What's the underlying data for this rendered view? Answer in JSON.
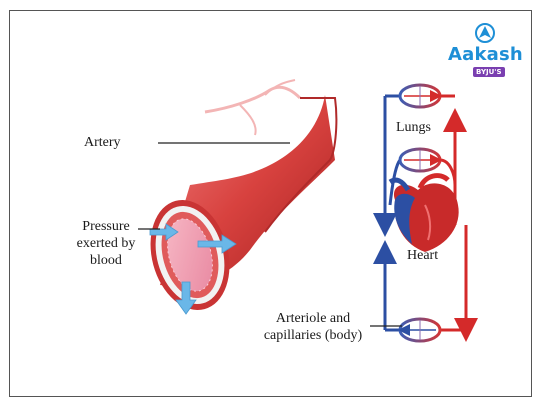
{
  "logo": {
    "name": "Aakash",
    "subtext": "BYJU'S"
  },
  "labels": {
    "artery": "Artery",
    "pressure": "Pressure exerted by blood",
    "lungs": "Lungs",
    "heart": "Heart",
    "arteriole": "Arteriole and capillaries (body)"
  },
  "colors": {
    "artery_red": "#d8423f",
    "oxygenated": "#d42a2a",
    "deoxygenated": "#2c4fa3",
    "pressure_arrow": "#6ab7e8",
    "frame": "#555555"
  }
}
